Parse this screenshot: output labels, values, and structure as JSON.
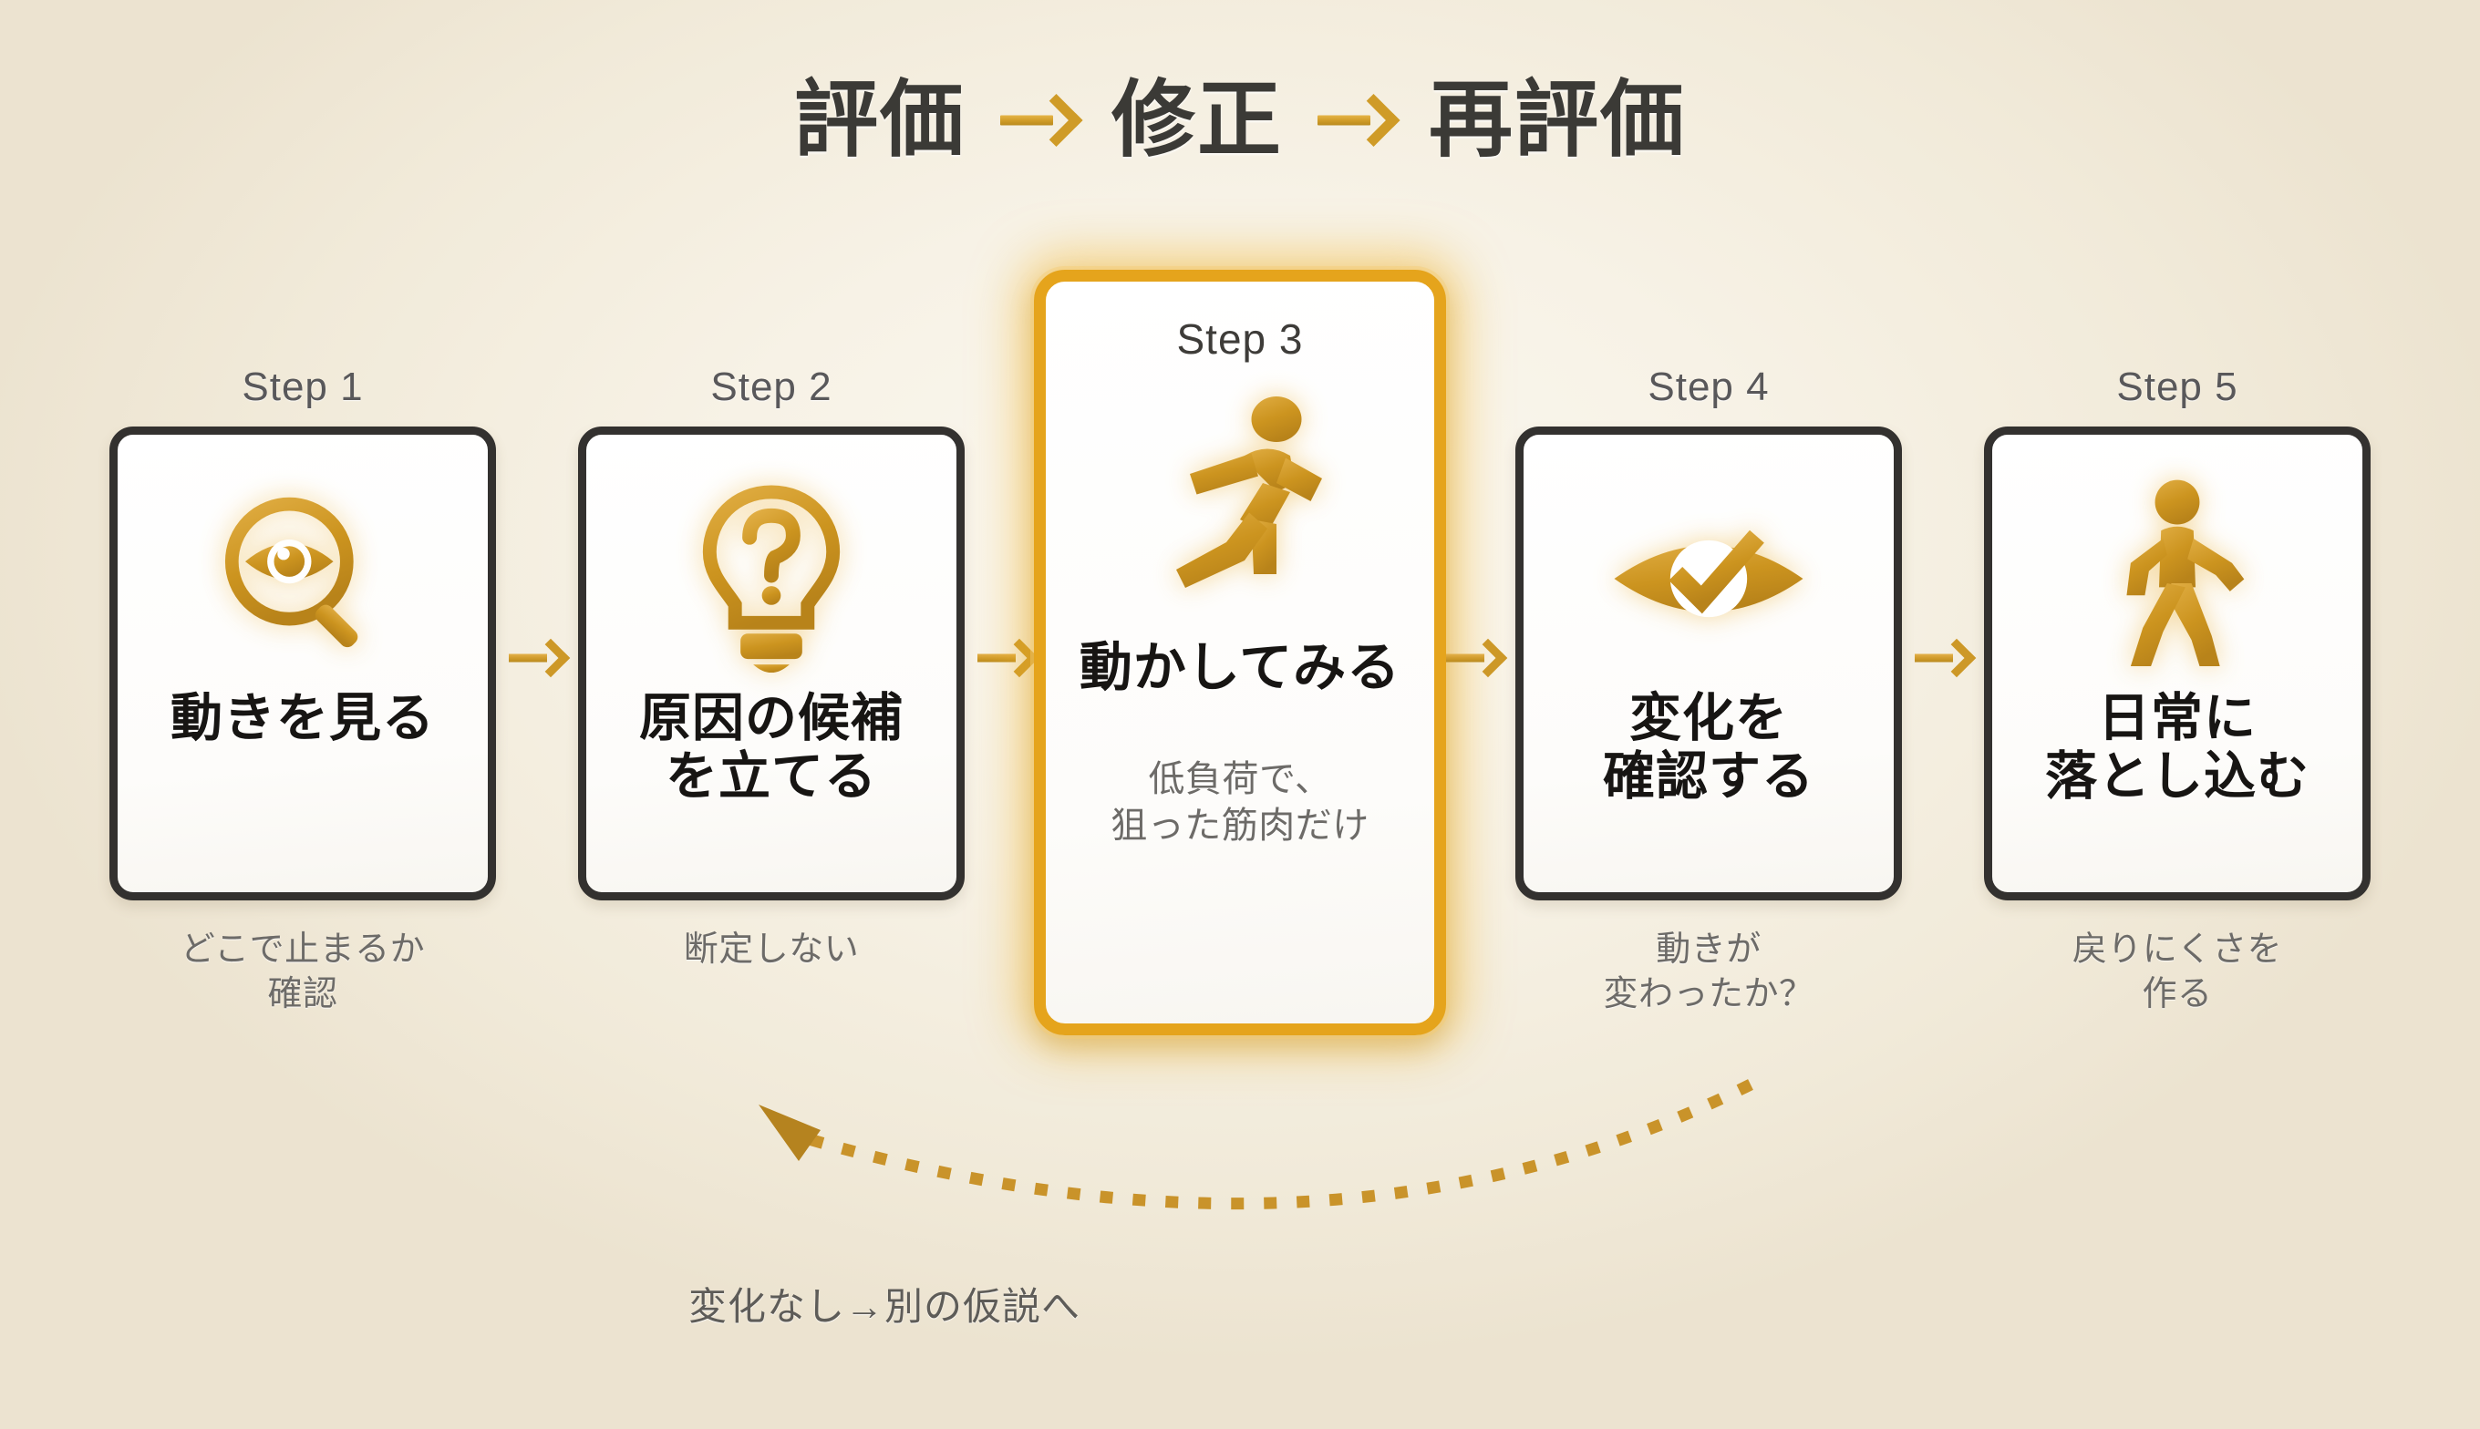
{
  "title": {
    "word1": "評価",
    "word2": "修正",
    "word3": "再評価",
    "arrow_icon": "arrow-right-icon"
  },
  "colors": {
    "background": "#f6f1e6",
    "gold": "#cd9827",
    "gold_highlight": "#e5a41c",
    "card_border": "#33312f",
    "title_text": "#3b3a36",
    "caption_text": "#6d6b68"
  },
  "steps": [
    {
      "label": "Step 1",
      "icon": "magnifier-eye-icon",
      "title": "動きを見る",
      "caption_line1": "どこで止まるか",
      "caption_line2": "確認",
      "highlighted": false
    },
    {
      "label": "Step 2",
      "icon": "lightbulb-question-icon",
      "title_line1": "原因の候補",
      "title_line2": "を立てる",
      "caption_line1": "断定しない",
      "caption_line2": "",
      "highlighted": false
    },
    {
      "label": "Step 3",
      "icon": "running-person-icon",
      "title": "動かしてみる",
      "caption_line1": "低負荷で、",
      "caption_line2": "狙った筋肉だけ",
      "highlighted": true
    },
    {
      "label": "Step 4",
      "icon": "eye-check-icon",
      "title_line1": "変化を",
      "title_line2": "確認する",
      "caption_line1": "動きが",
      "caption_line2": "変わったか？",
      "highlighted": false
    },
    {
      "label": "Step 5",
      "icon": "walking-person-icon",
      "title_line1": "日常に",
      "title_line2": "落とし込む",
      "caption_line1": "戻りにくさを",
      "caption_line2": "作る",
      "highlighted": false
    }
  ],
  "feedback_loop": {
    "label": "変化なし→別の仮説へ",
    "icon": "dotted-curved-arrow-icon"
  }
}
